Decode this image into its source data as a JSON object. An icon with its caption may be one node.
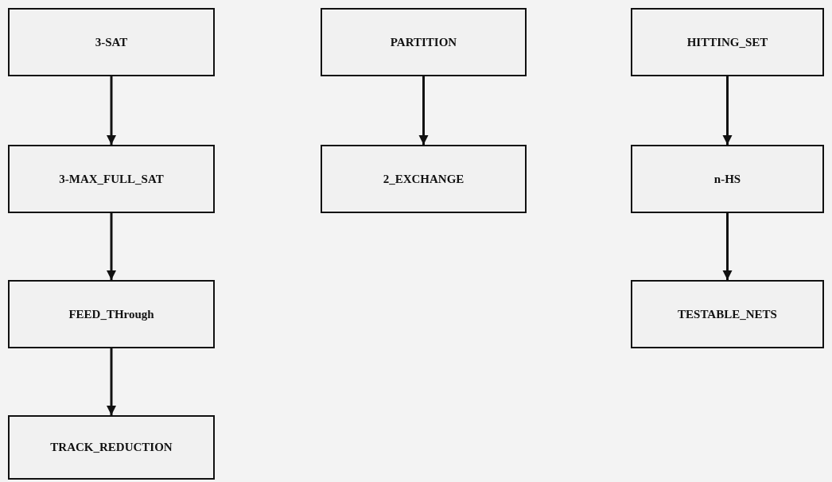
{
  "diagram": {
    "nodes": [
      {
        "text": [
          "3-SAT"
        ]
      },
      {
        "text": [
          "3-MAX_FULL_SAT"
        ]
      },
      {
        "text": [
          "FEED_THrough"
        ]
      },
      {
        "text": [
          "TRACK_REDUCTION"
        ]
      },
      {
        "text": [
          "PARTITION"
        ]
      },
      {
        "text": [
          "2_EXCHANGE"
        ]
      },
      {
        "text": [
          "HITTING_SET"
        ]
      },
      {
        "text": [
          "n-HS"
        ]
      },
      {
        "text": [
          "TESTABLE_NETS"
        ]
      }
    ],
    "edges": [
      {
        "from": 0,
        "to": 1,
        "arrow": "to"
      },
      {
        "from": 1,
        "to": 2,
        "arrow": "to"
      },
      {
        "from": 2,
        "to": 3,
        "arrow": "to"
      },
      {
        "from": 4,
        "to": 5,
        "arrow": "to"
      },
      {
        "from": 6,
        "to": 7,
        "arrow": "to"
      },
      {
        "from": 7,
        "to": 8,
        "arrow": "to"
      }
    ]
  }
}
